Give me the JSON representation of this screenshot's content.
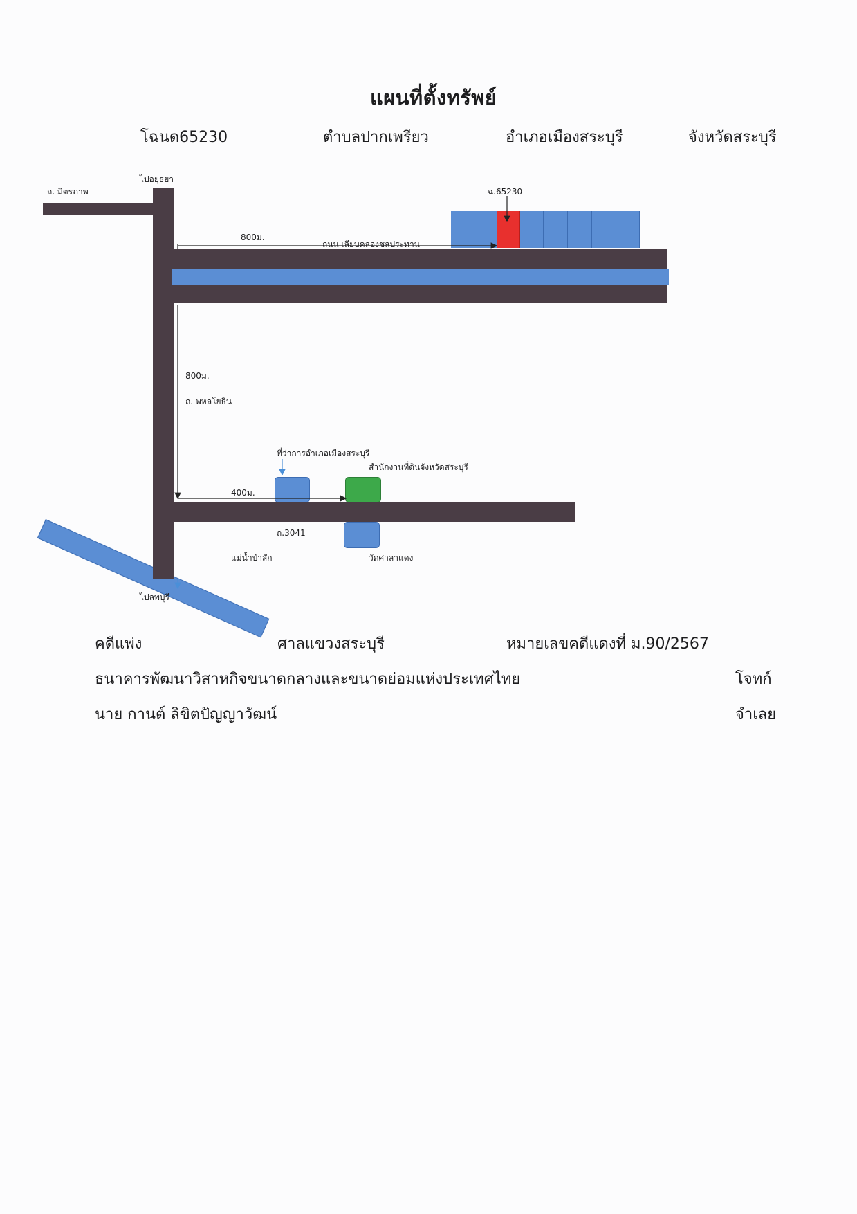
{
  "title": "แผนที่ตั้งทรัพย์",
  "header": {
    "deed": "โฉนด65230",
    "subdistrict": "ตำบลปากเพรียว",
    "district": "อำเภอเมืองสระบุรี",
    "province": "จังหวัดสระบุรี"
  },
  "map": {
    "labels": {
      "to_ayutthaya": "ไปอยุธยา",
      "mittraphap_rd": "ถ. มิตรภาพ",
      "plot_label": "ฉ.65230",
      "dist_top": "800ม.",
      "canal_road": "ถนน เลียบคลองชลประทาน",
      "dist_vertical": "800ม.",
      "phahonyothin_rd": "ถ. พหลโยธิน",
      "district_office": "ที่ว่าการอำเภอเมืองสระบุรี",
      "land_office": "สำนักงานที่ดินจังหวัดสระบุรี",
      "dist_bottom": "400ม.",
      "road_3041": "ถ.3041",
      "pasak_river": "แม่น้ำป่าสัก",
      "wat_sala_daeng": "วัดศาลาแดง",
      "to_lopburi": "ไปลพบุรี"
    },
    "colors": {
      "road": "#4a3d45",
      "water_building": "#5b8ed4",
      "subject_plot": "#e8302e",
      "land_office": "#3da94a"
    }
  },
  "footer": {
    "case_type": "คดีแพ่ง",
    "court": "ศาลแขวงสระบุรี",
    "case_number": "หมายเลขคดีแดงที่ ม.90/2567",
    "plaintiff_name": "ธนาคารพัฒนาวิสาหกิจขนาดกลางและขนาดย่อมแห่งประเทศไทย",
    "plaintiff_role": "โจทก์",
    "defendant_name": "นาย กานต์  ลิขิตปัญญาวัฒน์",
    "defendant_role": "จำเลย"
  }
}
